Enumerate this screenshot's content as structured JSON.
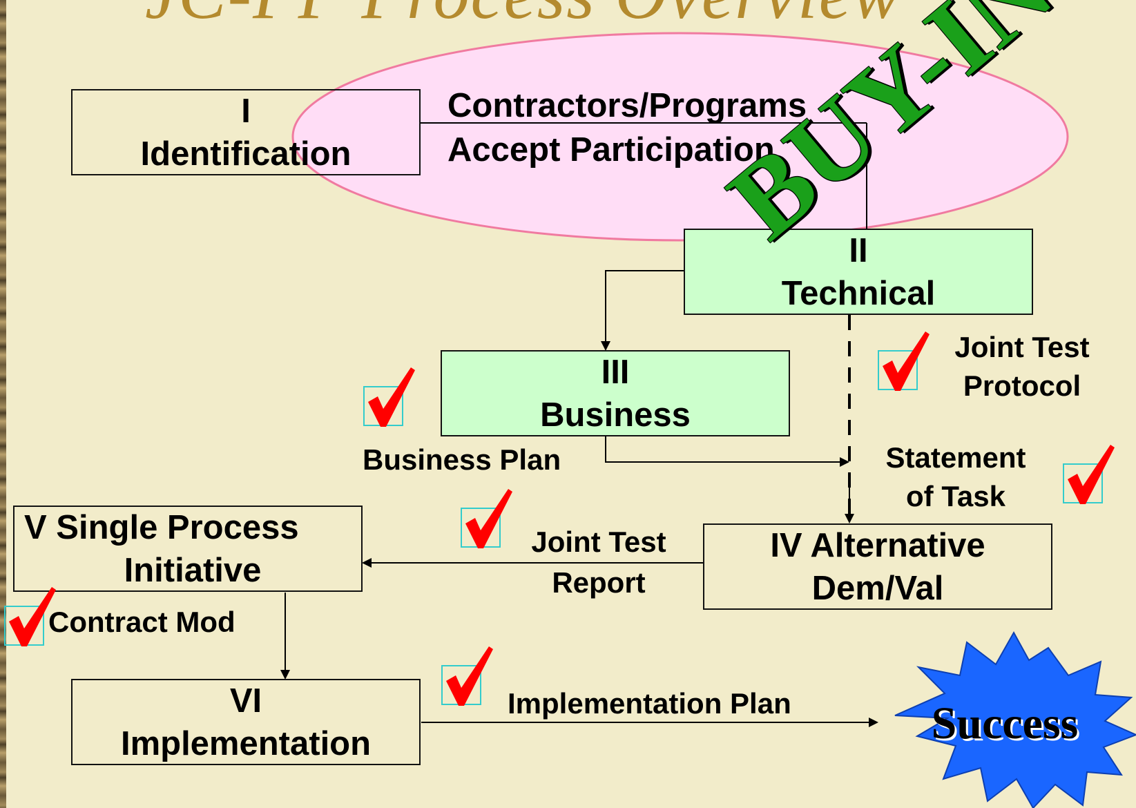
{
  "title_fragment": "JC-PP Process Overview",
  "stages": {
    "identification": {
      "num": "I",
      "name": "Identification"
    },
    "technical": {
      "num": "II",
      "name": "Technical"
    },
    "business": {
      "num": "III",
      "name": "Business"
    },
    "alternative": {
      "line1": "IV  Alternative",
      "line2": "Dem/Val"
    },
    "single_process": {
      "line1": "V  Single Process",
      "line2": "Initiative"
    },
    "implementation": {
      "num": "VI",
      "name": "Implementation"
    }
  },
  "labels": {
    "contractors_line1": "Contractors/Programs",
    "contractors_line2": "Accept Participation",
    "joint_test_protocol_line1": "Joint Test",
    "joint_test_protocol_line2": "Protocol",
    "business_plan": "Business Plan",
    "statement_line1": "Statement",
    "statement_line2": "of Task",
    "joint_test_report_line1": "Joint Test",
    "joint_test_report_line2": "Report",
    "contract_mod": "Contract Mod",
    "implementation_plan": "Implementation Plan"
  },
  "banner": "BUY-IN",
  "success": "Success",
  "colors": {
    "background": "#f2ecca",
    "stage_green": "#ccffcc",
    "ellipse_fill": "#ffddf6",
    "ellipse_stroke": "#f07aa0",
    "banner_green": "#1aa01a",
    "check_red": "#ff0000",
    "check_box": "#33cccc",
    "burst_blue": "#1a66ff"
  },
  "icons": [
    "checkmark-icon",
    "starburst-icon"
  ]
}
